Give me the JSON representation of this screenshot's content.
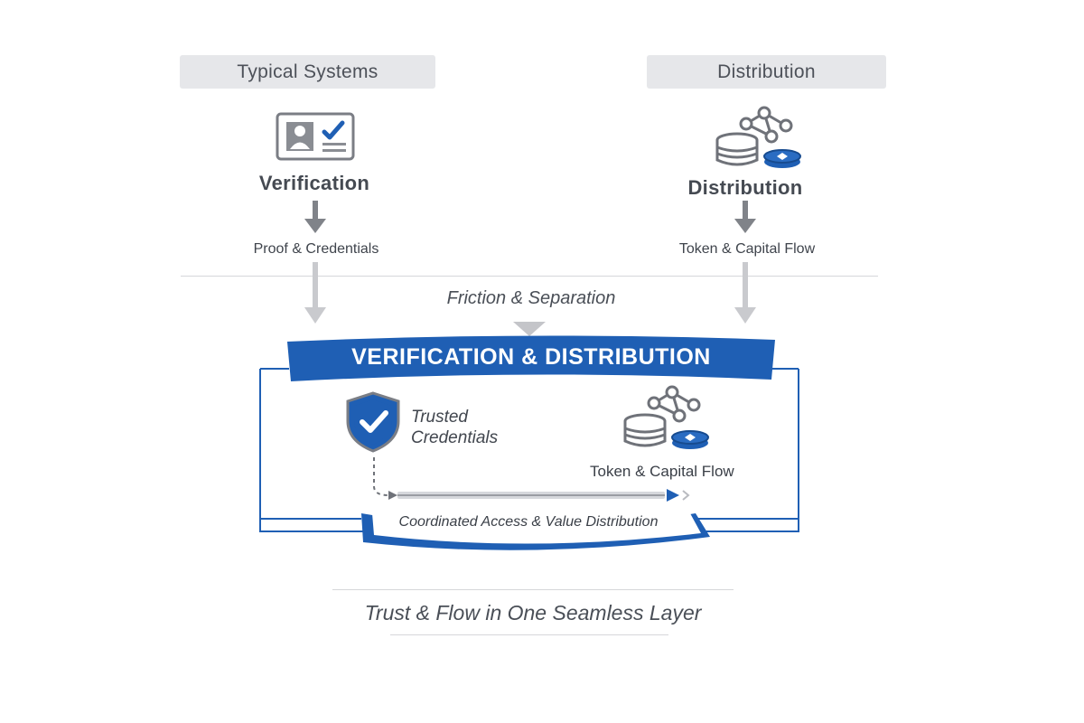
{
  "top": {
    "left_pill": "Typical Systems",
    "right_pill": "Distribution"
  },
  "left_column": {
    "icon": "id-card-check-icon",
    "title": "Verification",
    "subtitle": "Proof & Credentials"
  },
  "right_column": {
    "icon": "coins-network-icon",
    "title": "Distribution",
    "subtitle": "Token & Capital Flow"
  },
  "divider_label": "Friction & Separation",
  "banner": {
    "title": "VERIFICATION & DISTRIBUTION",
    "trusted_label_line1": "Trusted",
    "trusted_label_line2": "Credentials",
    "trusted_icon": "shield-check-icon",
    "flow_icon": "coins-network-icon",
    "flow_label": "Token & Capital Flow",
    "footer": "Coordinated Access & Value Distribution"
  },
  "tagline": "Trust & Flow in One Seamless Layer",
  "colors": {
    "accent_blue": "#1f5fb4",
    "gray_arrow": "#808389",
    "light_gray_arrow": "#c9cace",
    "pill_bg": "#e6e7ea"
  }
}
